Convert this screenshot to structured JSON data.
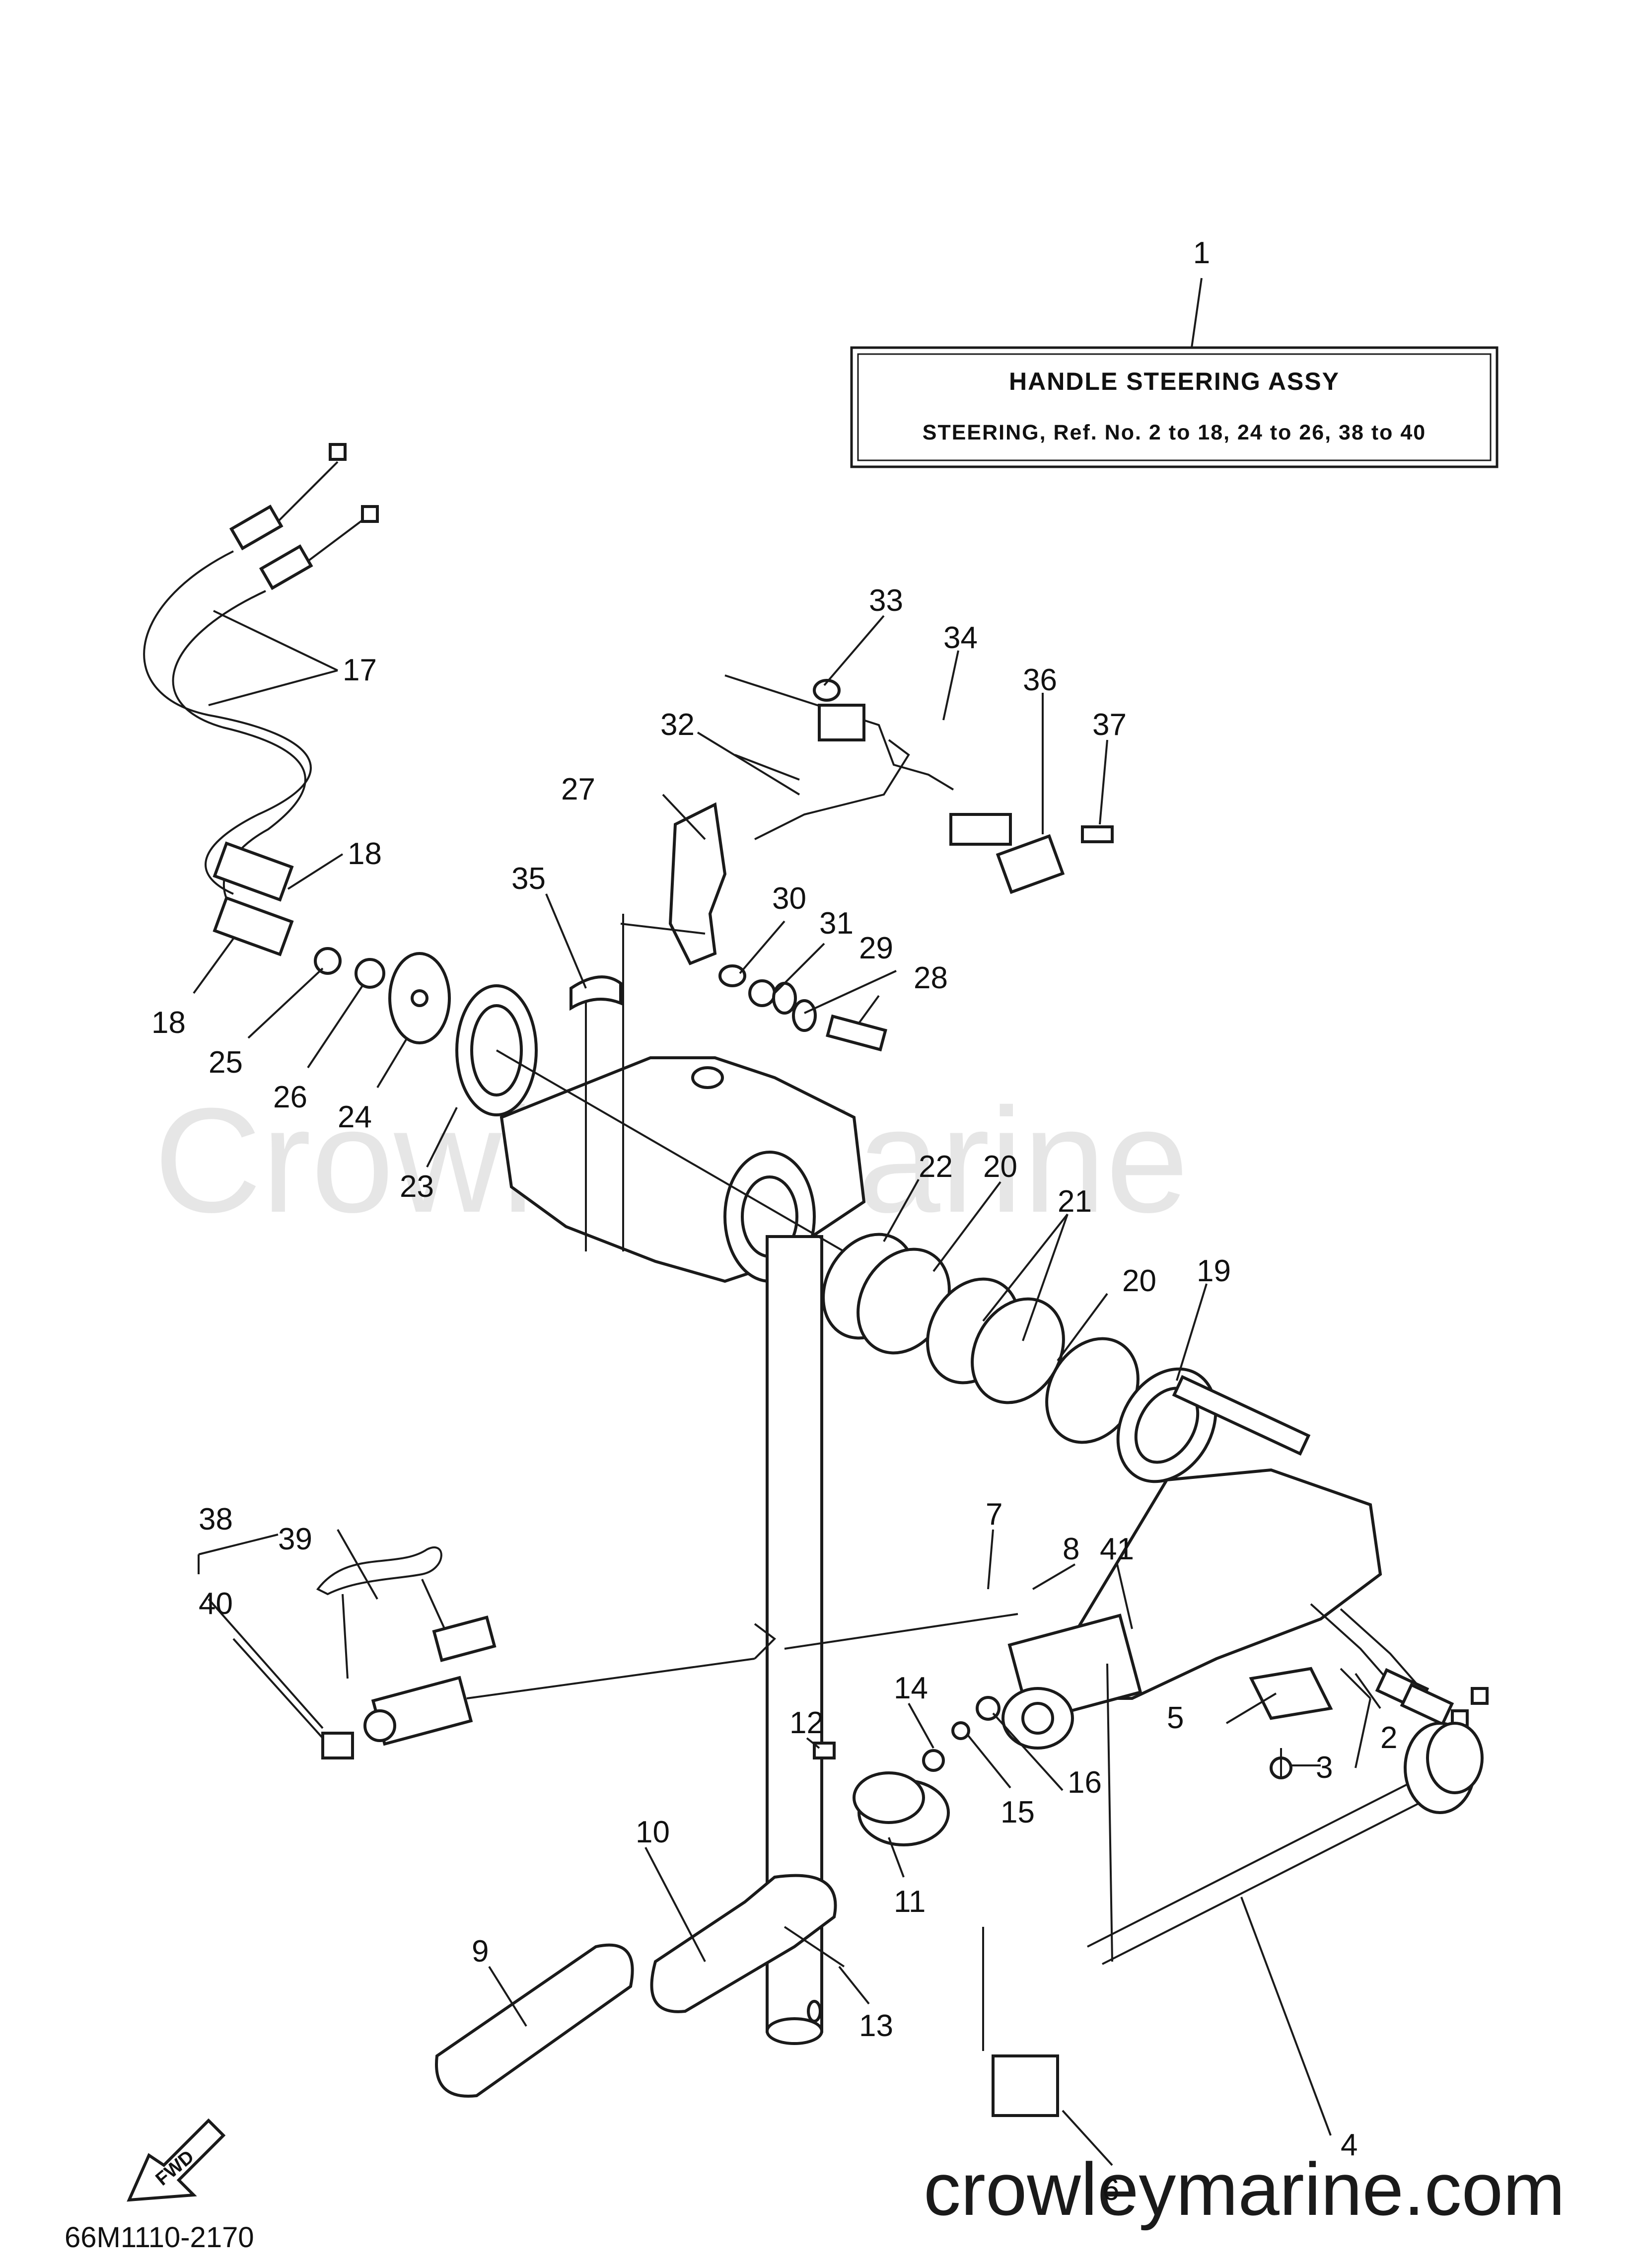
{
  "title_box": {
    "ref_number": "1",
    "line1": "HANDLE STEERING ASSY",
    "line2": "STEERING, Ref. No. 2 to 18, 24 to 26, 38 to 40"
  },
  "callouts": [
    "2",
    "3",
    "4",
    "5",
    "6",
    "7",
    "8",
    "9",
    "10",
    "11",
    "12",
    "13",
    "14",
    "15",
    "16",
    "17",
    "18",
    "18",
    "19",
    "20",
    "20",
    "21",
    "22",
    "23",
    "24",
    "25",
    "26",
    "27",
    "28",
    "29",
    "30",
    "31",
    "32",
    "33",
    "34",
    "35",
    "36",
    "37",
    "38",
    "39",
    "40",
    "41"
  ],
  "fwd_label": "FWD",
  "diagram_code": "66M1110-2170",
  "watermark": {
    "center": "Crowley Marine",
    "bottom": "crowleymarine.com"
  },
  "colors": {
    "ink": "#1a1a1a",
    "watermark": "#e6e6e6",
    "background": "#ffffff"
  }
}
